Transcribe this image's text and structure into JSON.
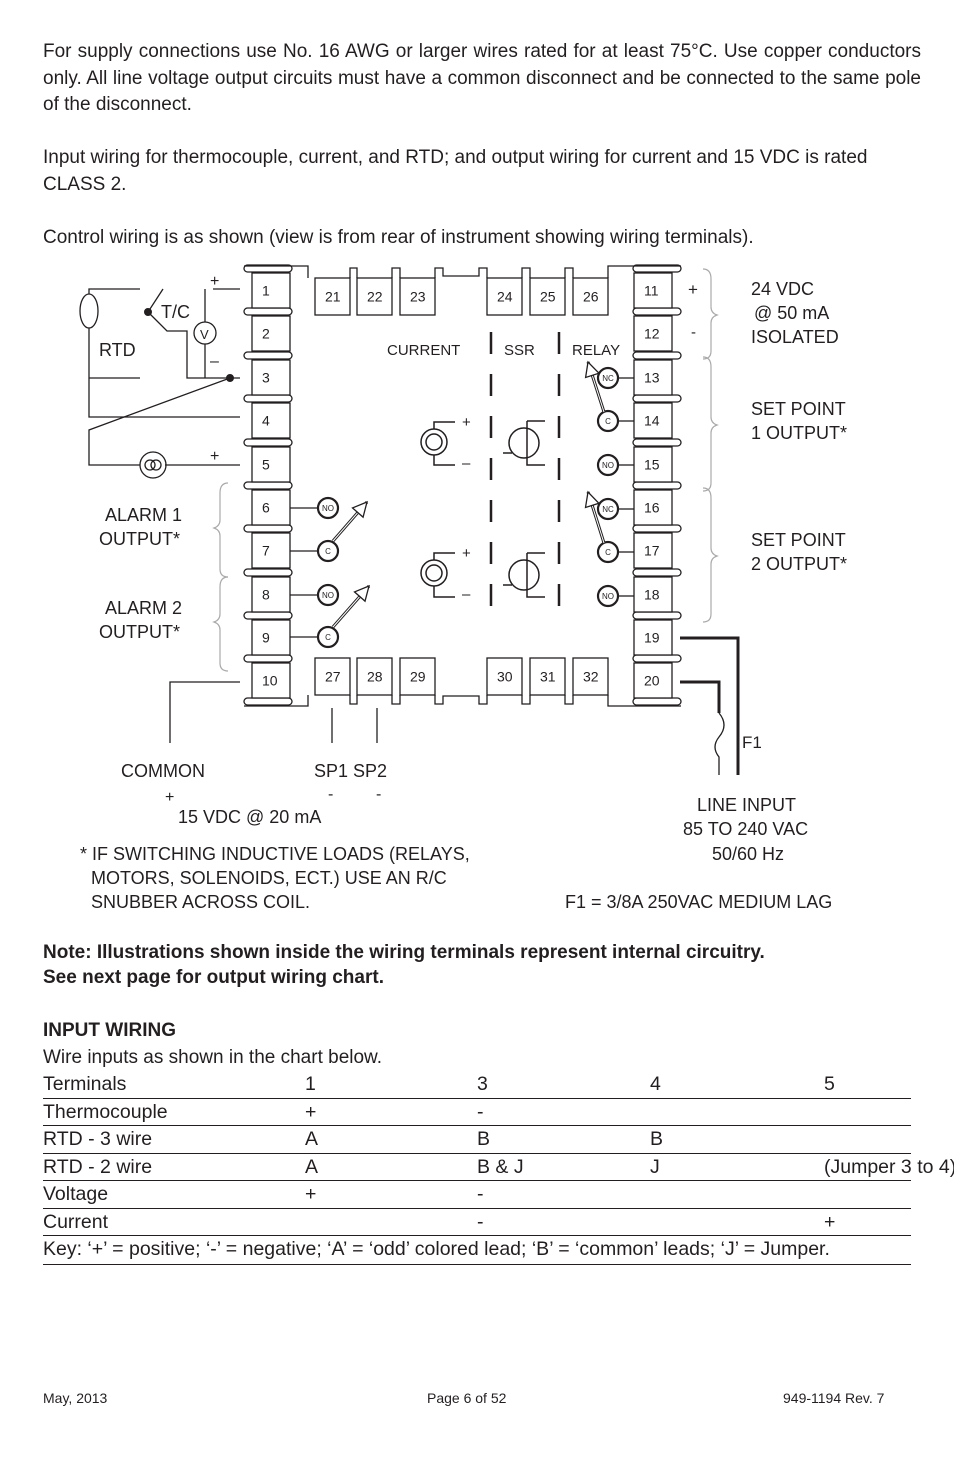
{
  "intro": {
    "p1": "For supply connections use No. 16 AWG or larger wires rated for at least 75°C. Use copper conductors only. All line voltage output circuits must have a common disconnect and be connected to the same pole of the disconnect.",
    "p2": "Input wiring for thermocouple, current, and RTD; and output wiring for current and 15 VDC is rated CLASS 2.",
    "p3": "Control wiring is as shown (view is from rear of instrument showing wiring terminals)."
  },
  "diagram": {
    "left_terminals": [
      "1",
      "2",
      "3",
      "4",
      "5",
      "6",
      "7",
      "8",
      "9",
      "10"
    ],
    "right_terminals": [
      "11",
      "12",
      "13",
      "14",
      "15",
      "16",
      "17",
      "18",
      "19",
      "20"
    ],
    "top_terminals": [
      "21",
      "22",
      "23",
      "24",
      "25",
      "26"
    ],
    "bottom_terminals": [
      "27",
      "28",
      "29",
      "30",
      "31",
      "32"
    ],
    "labels": {
      "rtd": "RTD",
      "tc": "T/C",
      "v": "V",
      "plus": "+",
      "minus": "–",
      "dash": "-",
      "current": "CURRENT",
      "ssr": "SSR",
      "relay": "RELAY",
      "no": "NO",
      "nc": "NC",
      "c": "C",
      "alarm1_l1": "ALARM 1",
      "alarm1_l2": "OUTPUT*",
      "alarm2_l1": "ALARM 2",
      "alarm2_l2": "OUTPUT*",
      "vdc24_l1": "24 VDC",
      "vdc24_l2": "@ 50 mA",
      "vdc24_l3": "ISOLATED",
      "sp1_l1": "SET POINT",
      "sp1_l2": "1 OUTPUT*",
      "sp2_l1": "SET POINT",
      "sp2_l2": "2 OUTPUT*",
      "f1": "F1",
      "common": "COMMON",
      "sp1sp2": "SP1 SP2",
      "vdc15": "15 VDC @ 20 mA",
      "line_l1": "LINE INPUT",
      "line_l2": "85 TO 240 VAC",
      "line_l3": "50/60 Hz",
      "note_l1": "* IF SWITCHING INDUCTIVE LOADS (RELAYS,",
      "note_l2": "MOTORS, SOLENOIDS, ECT.) USE AN R/C",
      "note_l3": "SNUBBER ACROSS COIL.",
      "fuse_spec": "F1 = 3/8A 250VAC MEDIUM LAG"
    }
  },
  "note": {
    "l1": "Note: Illustrations shown inside the wiring terminals represent internal circuitry.",
    "l2": "See next page for output wiring chart."
  },
  "input_wiring": {
    "heading": "INPUT WIRING",
    "intro": "Wire inputs as shown in the chart below.",
    "rows": [
      [
        "Terminals",
        "1",
        "3",
        "4",
        "5"
      ],
      [
        "Thermocouple",
        "+",
        "-",
        "",
        ""
      ],
      [
        "RTD - 3 wire",
        "A",
        "B",
        "B",
        ""
      ],
      [
        "RTD - 2 wire",
        "A",
        "B & J",
        "J",
        "(Jumper 3 to 4)"
      ],
      [
        "Voltage",
        "+",
        "-",
        "",
        ""
      ],
      [
        "Current",
        "",
        "-",
        "",
        "+"
      ]
    ],
    "key": "Key: ‘+’ = positive; ‘-’ = negative; ‘A’ = ‘odd’ colored lead; ‘B’ = ‘common’ leads; ‘J’ = Jumper."
  },
  "footer": {
    "date": "May, 2013",
    "page": "Page 6 of 52",
    "doc": "949-1194 Rev. 7"
  }
}
